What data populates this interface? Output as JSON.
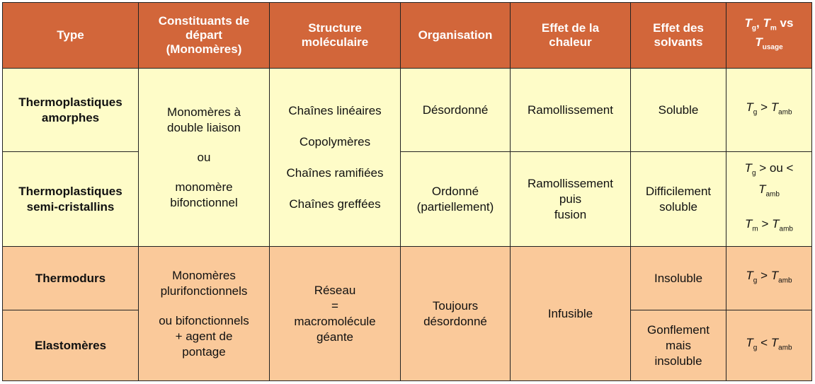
{
  "headers": {
    "type": "Type",
    "constituants": [
      "Constituants de",
      "départ",
      "(Monomères)"
    ],
    "structure": [
      "Structure",
      "moléculaire"
    ],
    "organisation": "Organisation",
    "chaleur": [
      "Effet de la",
      "chaleur"
    ],
    "solvants": [
      "Effet des",
      "solvants"
    ],
    "temp": {
      "tg": "T",
      "tg_sub": "g",
      "sep": ",",
      "tm": "T",
      "tm_sub": "m",
      "vs": "vs",
      "tu": "T",
      "tu_sub": "usage"
    }
  },
  "thermoplastiques": {
    "amorphes": {
      "type": [
        "Thermoplastiques",
        "amorphes"
      ],
      "organisation": "Désordonné",
      "chaleur": "Ramollissement",
      "solvants": "Soluble",
      "temp": {
        "t1": "T",
        "s1": "g",
        "op": ">",
        "t2": "T",
        "s2": "amb"
      }
    },
    "semi": {
      "type": [
        "Thermoplastiques",
        "semi-cristallins"
      ],
      "organisation": [
        "Ordonné",
        "(partiellement)"
      ],
      "chaleur": [
        "Ramollissement",
        "puis",
        "fusion"
      ],
      "solvants": [
        "Difficilement",
        "soluble"
      ],
      "temp1": {
        "t1": "T",
        "s1": "g",
        "op": "> ou <",
        "t2": "T",
        "s2": "amb"
      },
      "temp2": {
        "t1": "T",
        "s1": "m",
        "op": ">",
        "t2": "T",
        "s2": "amb"
      }
    },
    "constituants": [
      "Monomères à",
      "double liaison",
      "ou",
      "monomère",
      "bifonctionnel"
    ],
    "structure": [
      "Chaînes linéaires",
      "Copolymères",
      "Chaînes ramifiées",
      "Chaînes greffées"
    ]
  },
  "thermodurs_elastomeres": {
    "thermodurs": {
      "type": "Thermodurs",
      "solvants": "Insoluble",
      "temp": {
        "t1": "T",
        "s1": "g",
        "op": ">",
        "t2": "T",
        "s2": "amb"
      }
    },
    "elastomeres": {
      "type": "Elastomères",
      "solvants": [
        "Gonflement",
        "mais",
        "insoluble"
      ],
      "temp": {
        "t1": "T",
        "s1": "g",
        "op": "<",
        "t2": "T",
        "s2": "amb"
      }
    },
    "constituants": [
      "Monomères",
      "plurifonctionnels",
      "ou bifonctionnels",
      "+ agent de",
      "pontage"
    ],
    "structure": [
      "Réseau",
      "=",
      "macromolécule",
      "géante"
    ],
    "organisation": [
      "Toujours",
      "désordonné"
    ],
    "chaleur": "Infusible"
  },
  "colors": {
    "header": "#d2663a",
    "thermoplastic_bg": "#fefcc8",
    "thermoset_bg": "#fac99a",
    "border": "#222222"
  }
}
